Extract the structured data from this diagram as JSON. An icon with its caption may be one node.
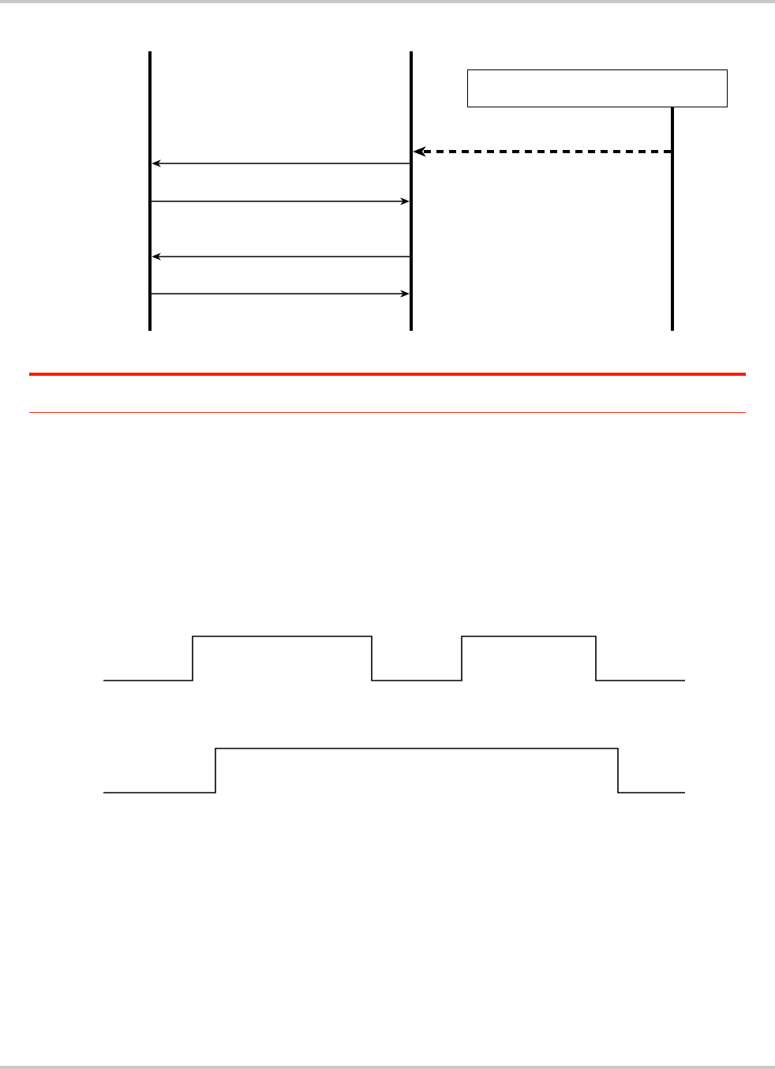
{
  "diagram": {
    "nodes": [
      {
        "text": [],
        "shape": "line"
      },
      {
        "text": [],
        "shape": "line"
      },
      {
        "text": [],
        "shape": "box"
      },
      {
        "text": [],
        "shape": "line"
      }
    ],
    "edges": [
      {
        "from": 3,
        "to": 1,
        "arrow": "to",
        "style": "dashed"
      },
      {
        "from": 1,
        "to": 0,
        "arrow": "to"
      },
      {
        "from": 0,
        "to": 1,
        "arrow": "to"
      },
      {
        "from": 1,
        "to": 0,
        "arrow": "to"
      },
      {
        "from": 0,
        "to": 1,
        "arrow": "to"
      }
    ]
  }
}
